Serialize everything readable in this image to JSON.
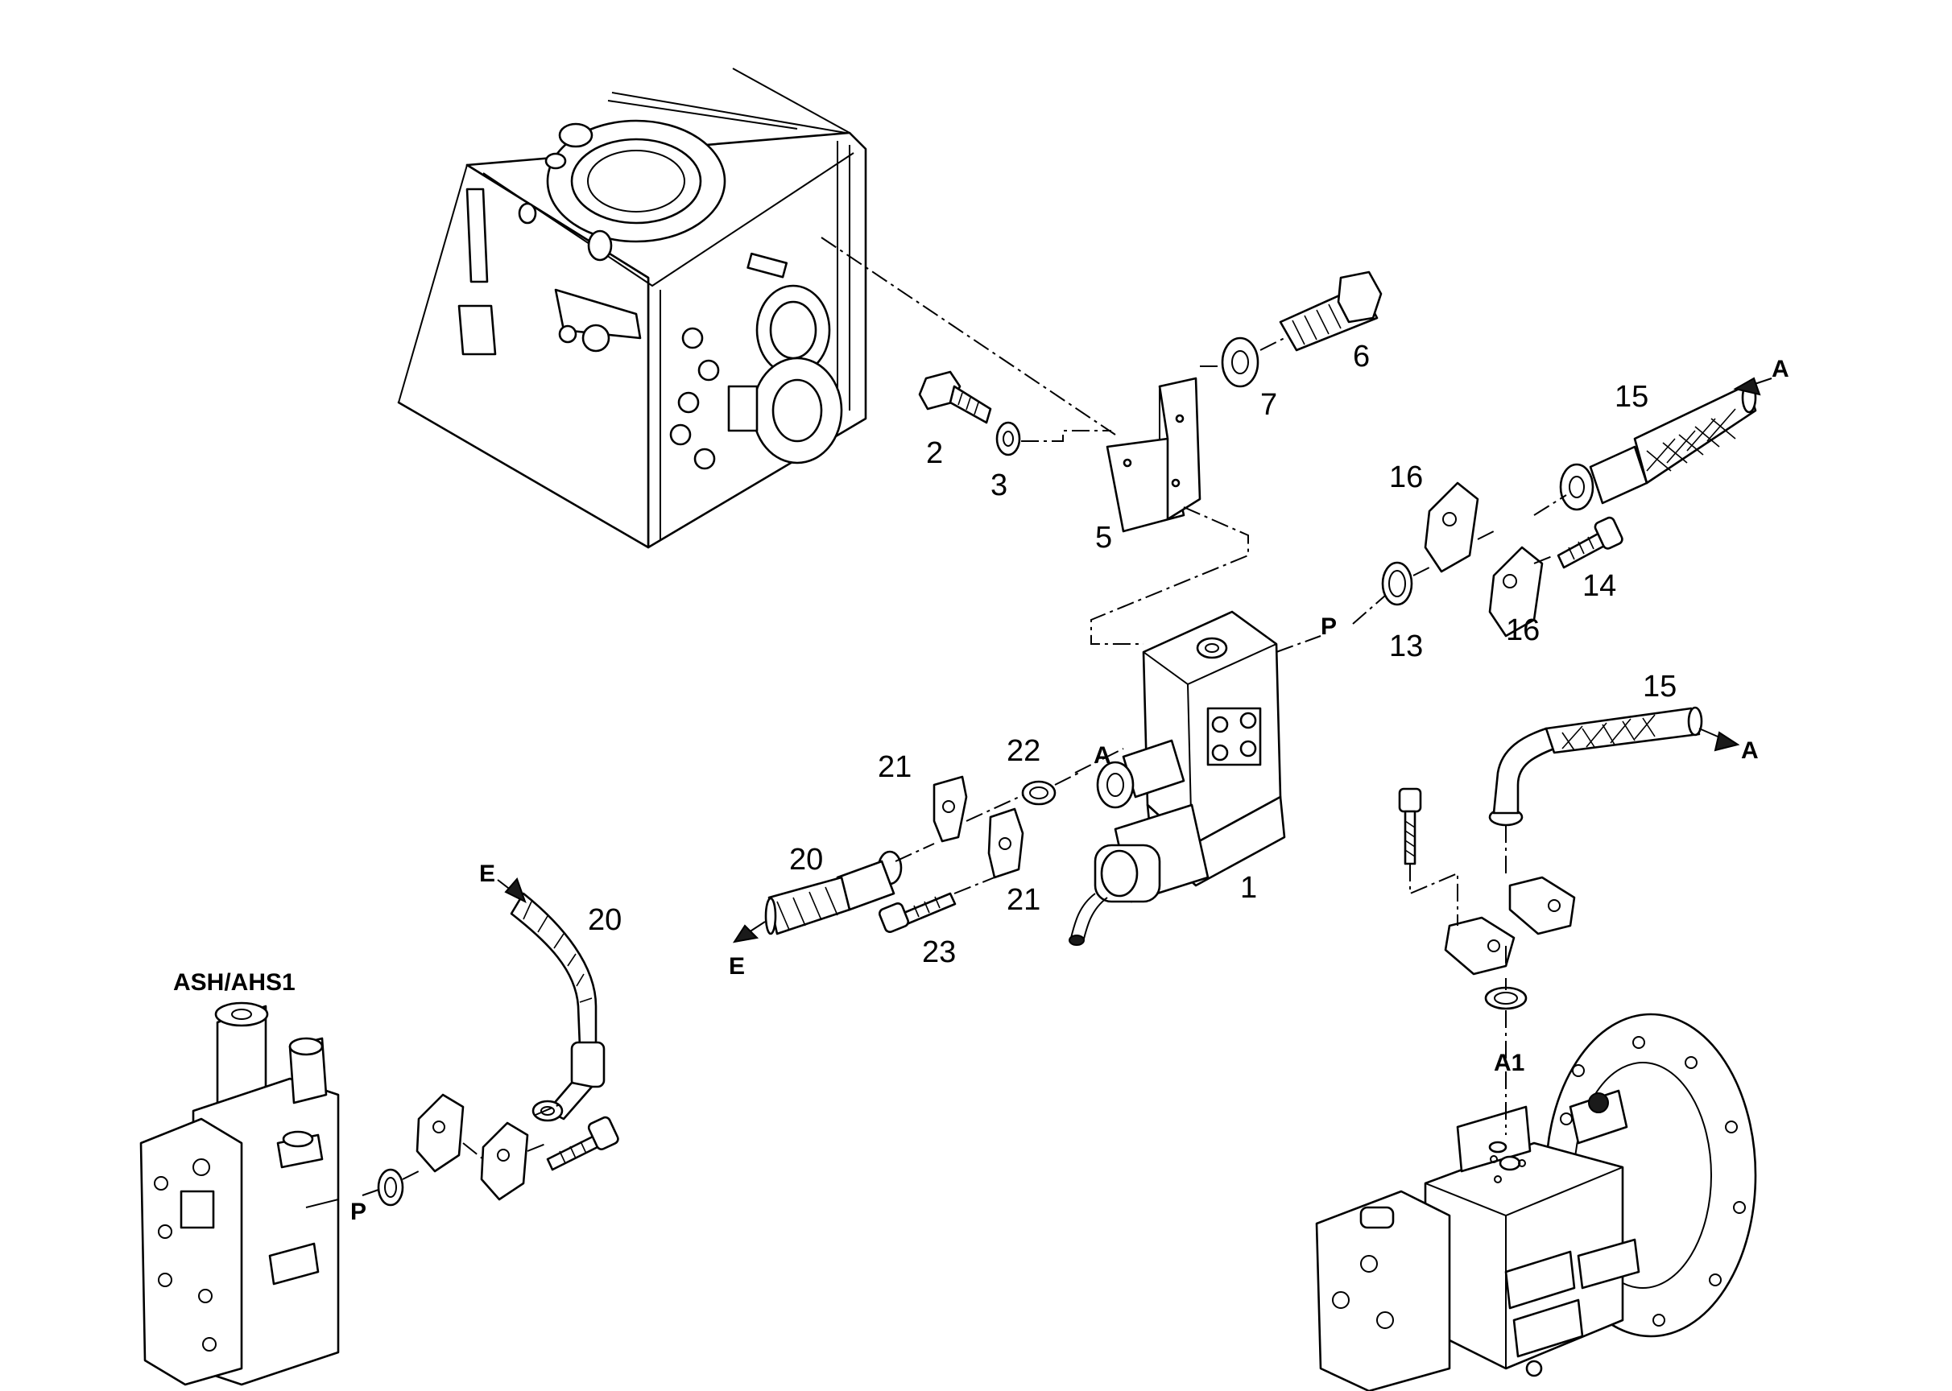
{
  "labels": {
    "n1": "1",
    "n2": "2",
    "n3": "3",
    "n5": "5",
    "n6": "6",
    "n7": "7",
    "n13": "13",
    "n14": "14",
    "n15a": "15",
    "n15b": "15",
    "n16a": "16",
    "n16b": "16",
    "n20a": "20",
    "n20b": "20",
    "n21a": "21",
    "n21b": "21",
    "n22": "22",
    "n23": "23",
    "port_p_block": "P",
    "port_p_valve": "P",
    "port_a_block": "A",
    "arrow_a_top": "A",
    "arrow_a_right": "A",
    "arrow_e_left": "E",
    "arrow_e_top": "E",
    "port_a1": "A1",
    "valve_name": "ASH/AHS1"
  }
}
